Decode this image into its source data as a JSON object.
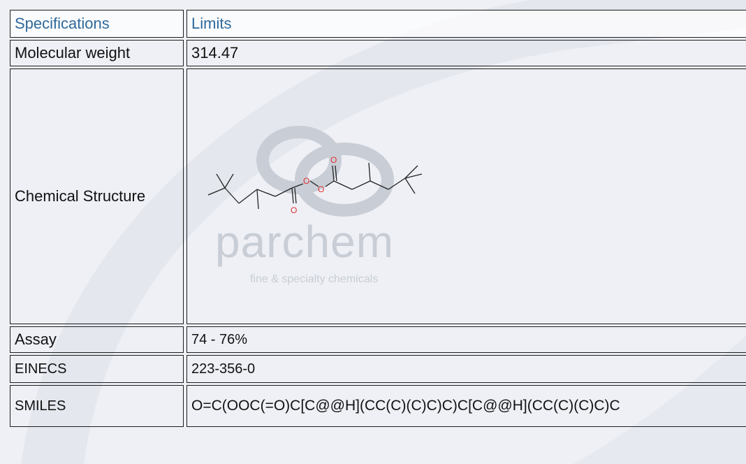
{
  "table": {
    "header": {
      "label": "Specifications",
      "value": "Limits"
    },
    "rows": [
      {
        "label": "Molecular weight",
        "value": "314.47"
      },
      {
        "label": "Chemical Structure",
        "value": ""
      },
      {
        "label": "Assay",
        "value": "74 - 76%"
      },
      {
        "label": "EINECS",
        "value": "223-356-0"
      },
      {
        "label": "SMILES",
        "value": "O=C(OOC(=O)C[C@@H](CC(C)(C)C)C)C[C@@H](CC(C)(C)C)C"
      }
    ]
  },
  "watermark": {
    "brand": "parchem",
    "tagline": "fine & specialty chemicals"
  },
  "structure": {
    "atom_label": "O"
  },
  "colors": {
    "header_text": "#2f6a9c",
    "oxygen": "#e03030",
    "watermark": "#c8cdd6"
  }
}
